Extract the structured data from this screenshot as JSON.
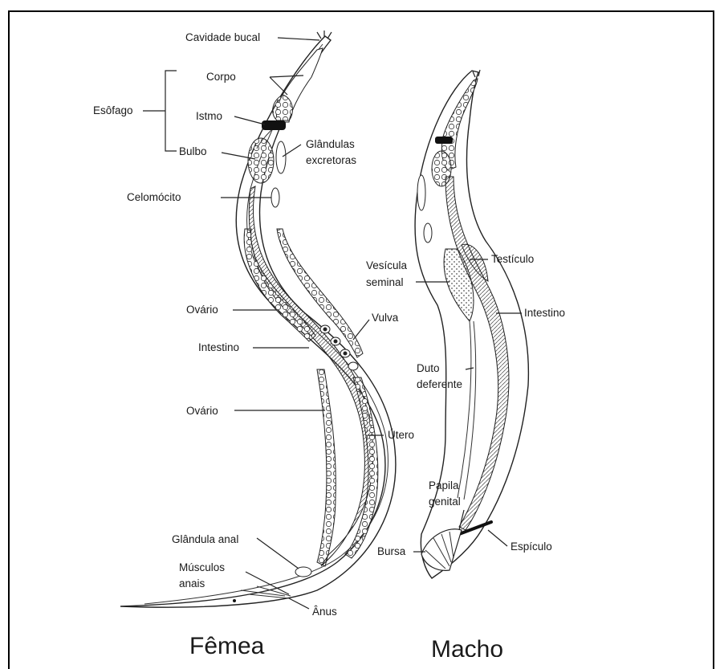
{
  "female": {
    "caption": "Fêmea",
    "labels": {
      "cavidade_bucal": "Cavidade bucal",
      "esofago": "Esôfago",
      "corpo": "Corpo",
      "istmo": "Istmo",
      "bulbo": "Bulbo",
      "glandulas_1": "Glândulas",
      "glandulas_2": "excretoras",
      "celomocito": "Celomócito",
      "ovario_1": "Ovário",
      "vulva": "Vulva",
      "intestino": "Intestino",
      "ovario_2": "Ovário",
      "utero": "Útero",
      "glandula_anal": "Glândula anal",
      "musculos_1": "Músculos",
      "musculos_2": "anais",
      "anus": "Ânus"
    }
  },
  "male": {
    "caption": "Macho",
    "labels": {
      "testiculo": "Testículo",
      "vesicula_1": "Vesícula",
      "vesicula_2": "seminal",
      "intestino": "Intestino",
      "duto_1": "Duto",
      "duto_2": "deferente",
      "papila_1": "Papila",
      "papila_2": "genital",
      "bursa": "Bursa",
      "espiculo": "Espículo"
    }
  }
}
